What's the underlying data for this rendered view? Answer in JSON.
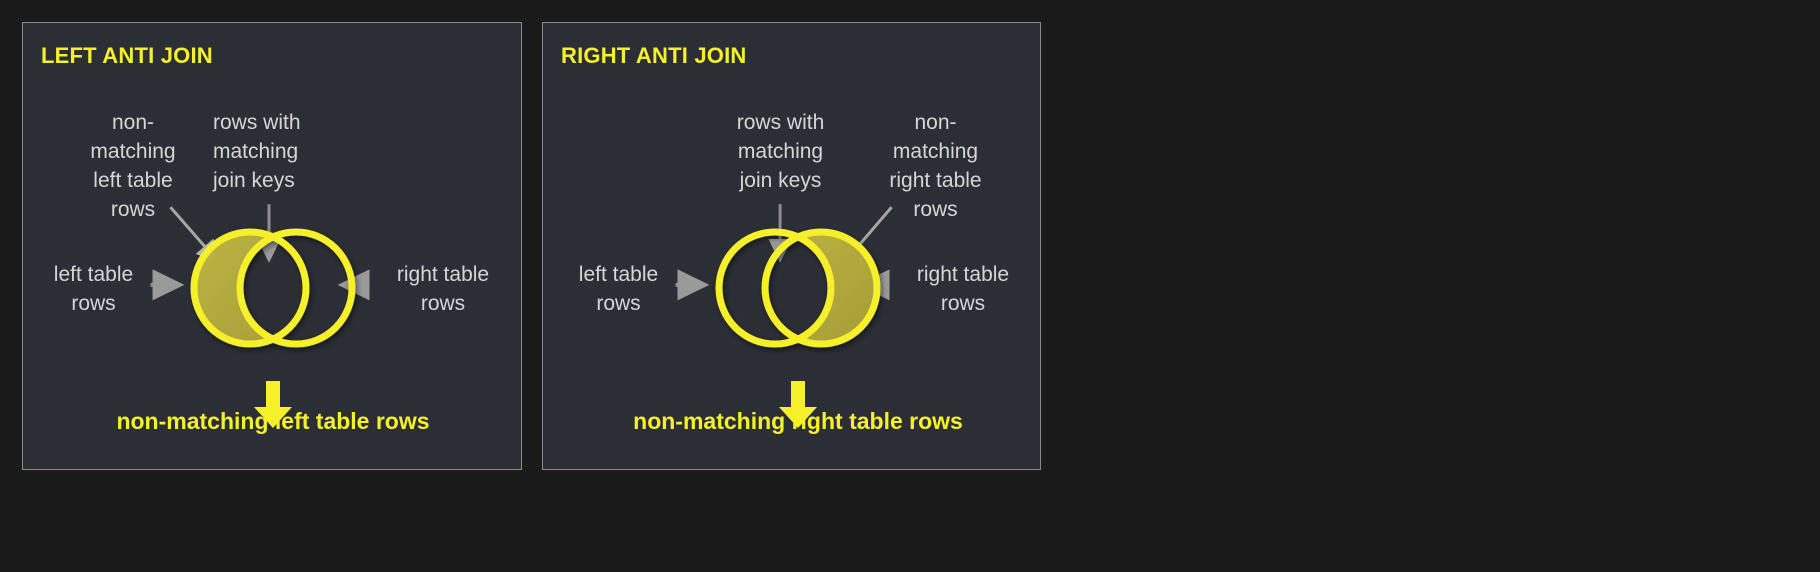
{
  "page": {
    "background": "#1a1a1a",
    "panel_background": "#2b2e35",
    "panel_border": "#8a8a8a",
    "accent_yellow": "#f5f02a",
    "fill_olive": "#b5ad3e",
    "label_gray": "#d6d6d6",
    "arrow_gray": "#9a9a9a"
  },
  "panels": [
    {
      "id": "left-anti-join",
      "title": "LEFT ANTI JOIN",
      "labels": {
        "top_left": "non-\nmatching\nleft table\nrows",
        "top_right": "rows with\nmatching\njoin keys",
        "side_left": "left table\nrows",
        "side_right": "right table\nrows"
      },
      "caption": "non-matching left table rows",
      "venn": {
        "filled_side": "left",
        "left_circle_filled": true,
        "right_circle_filled": false
      }
    },
    {
      "id": "right-anti-join",
      "title": "RIGHT ANTI JOIN",
      "labels": {
        "top_left": "rows with\nmatching\njoin keys",
        "top_right": "non-\nmatching\nright table\nrows",
        "side_left": "left table\nrows",
        "side_right": "right table\nrows"
      },
      "caption": "non-matching right table rows",
      "venn": {
        "filled_side": "right",
        "left_circle_filled": false,
        "right_circle_filled": true
      }
    }
  ],
  "icons": {
    "down_arrow": "down-arrow-icon",
    "pointer_arrow": "arrow-pointer-icon"
  }
}
